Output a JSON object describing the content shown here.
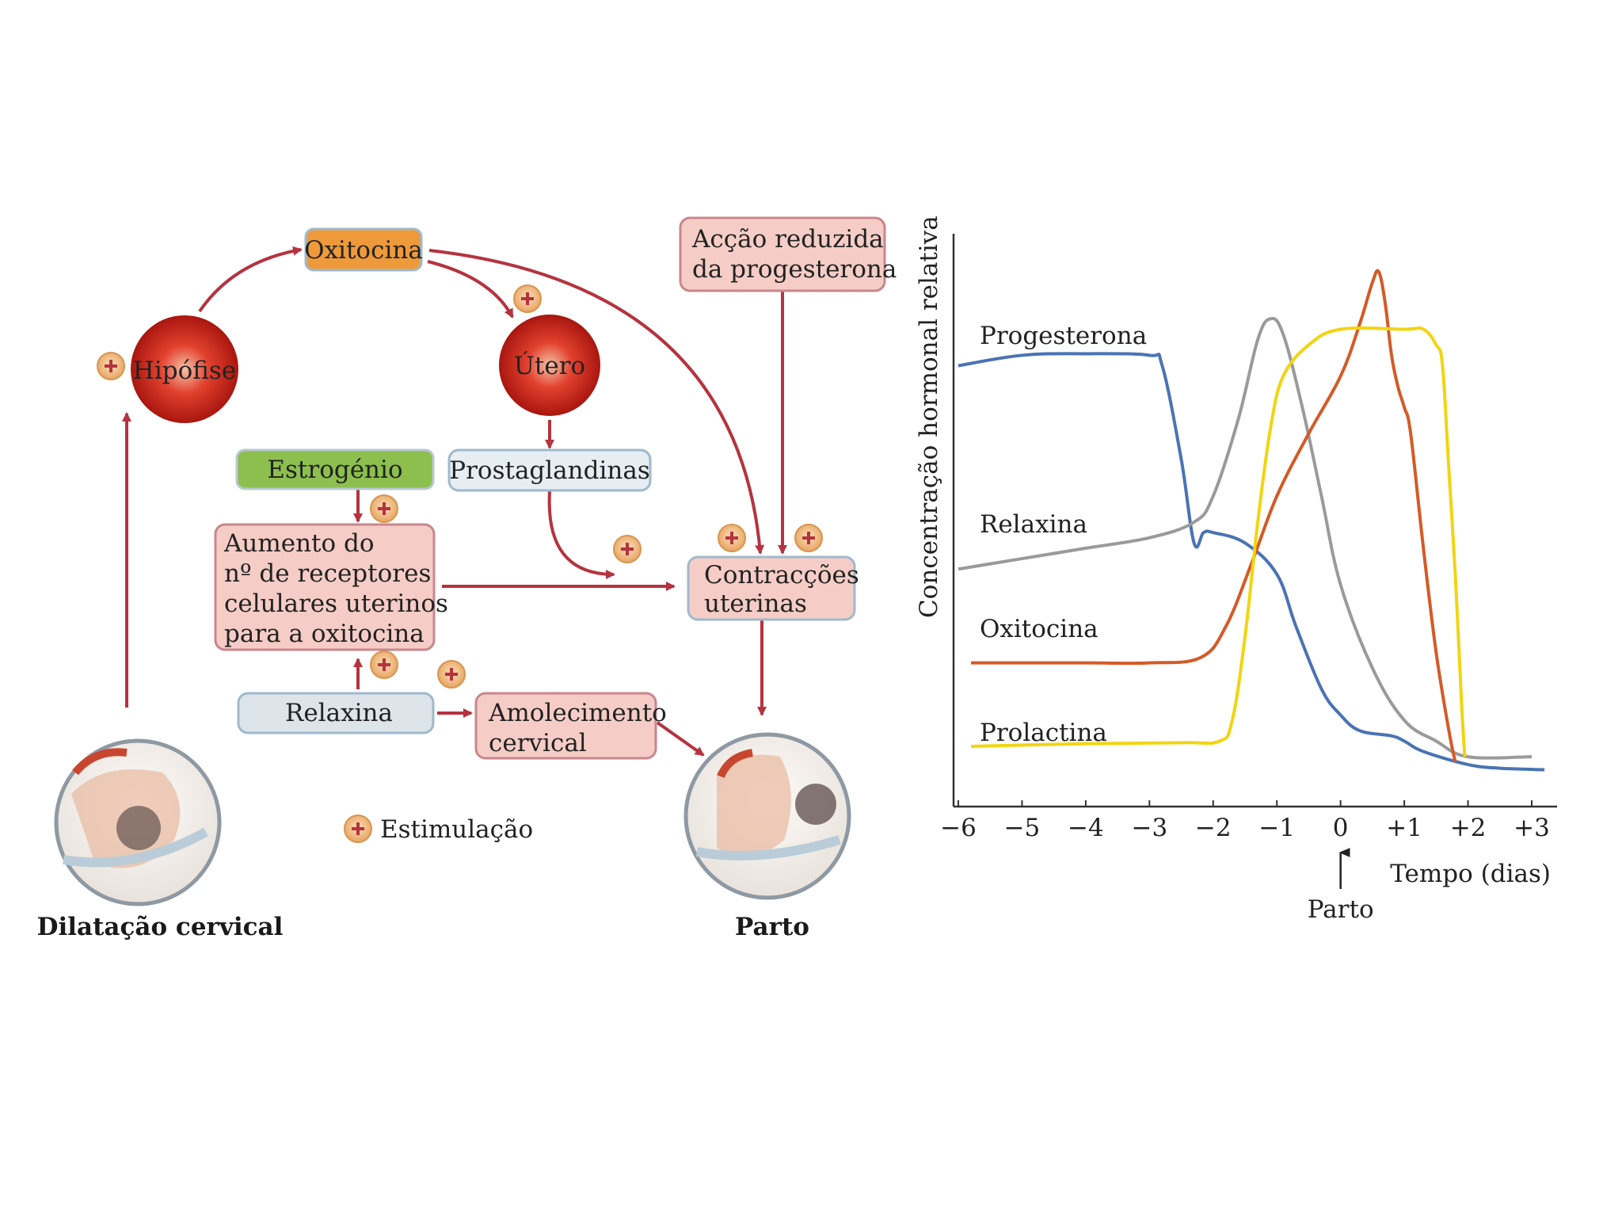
{
  "diagram": {
    "nodes": {
      "oxitocina": "Oxitocina",
      "hipofise": "Hipófise",
      "utero": "Útero",
      "accao_line1": "Acção reduzida",
      "accao_line2": "da progesterona",
      "estrogenio": "Estrogénio",
      "prostaglandinas": "Prostaglandinas",
      "aumento_line1": "Aumento do",
      "aumento_line2": "nº de receptores",
      "aumento_line3": "celulares uterinos",
      "aumento_line4": "para a oxitocina",
      "contraccoes_line1": "Contracções",
      "contraccoes_line2": "uterinas",
      "relaxina": "Relaxina",
      "amolecimento_line1": "Amolecimento",
      "amolecimento_line2": "cervical"
    },
    "legend": {
      "symbol": "+",
      "label": "Estimulação"
    },
    "captions": {
      "left": "Dilatação cervical",
      "right": "Parto"
    },
    "colors": {
      "arrow": "#b5333f",
      "pink_box": "#f5cdc6",
      "pink_border": "#c9868e",
      "blue_box": "#e6eef4",
      "blue_border": "#9fb9cc",
      "green_box": "#8cbf4e",
      "orange_box": "#ee9a3a",
      "gland_red": "#d62b1f",
      "plus_fill": "#f3c38c"
    }
  },
  "chart_data": {
    "type": "line",
    "ylabel": "Concentração hormonal relativa",
    "xlabel": "Tempo (dias)",
    "xlim": [
      -6,
      3.2
    ],
    "ylim": [
      0,
      1
    ],
    "x_ticks": [
      "−6",
      "−5",
      "−4",
      "−3",
      "−2",
      "−1",
      "0",
      "+1",
      "+2",
      "+3"
    ],
    "annotation": {
      "text": "Parto",
      "x": 0
    },
    "series": [
      {
        "name": "Progesterona",
        "color": "#4a73b5",
        "points": [
          [
            -6,
            0.8
          ],
          [
            -5,
            0.82
          ],
          [
            -4,
            0.823
          ],
          [
            -3,
            0.82
          ],
          [
            -2.8,
            0.8
          ],
          [
            -2.5,
            0.62
          ],
          [
            -2.3,
            0.46
          ],
          [
            -2.15,
            0.48
          ],
          [
            -2,
            0.48
          ],
          [
            -1.5,
            0.46
          ],
          [
            -1,
            0.4
          ],
          [
            -0.7,
            0.3
          ],
          [
            -0.3,
            0.18
          ],
          [
            0,
            0.13
          ],
          [
            0.3,
            0.1
          ],
          [
            0.8,
            0.09
          ],
          [
            1,
            0.08
          ],
          [
            1.3,
            0.06
          ],
          [
            2,
            0.035
          ],
          [
            2.5,
            0.028
          ],
          [
            3.2,
            0.025
          ]
        ]
      },
      {
        "name": "Relaxina",
        "color": "#9a9a9a",
        "points": [
          [
            -6,
            0.41
          ],
          [
            -5,
            0.43
          ],
          [
            -4,
            0.45
          ],
          [
            -3,
            0.47
          ],
          [
            -2.3,
            0.5
          ],
          [
            -2,
            0.55
          ],
          [
            -1.6,
            0.7
          ],
          [
            -1.3,
            0.85
          ],
          [
            -1.1,
            0.89
          ],
          [
            -0.9,
            0.86
          ],
          [
            -0.6,
            0.72
          ],
          [
            -0.3,
            0.55
          ],
          [
            0,
            0.38
          ],
          [
            0.5,
            0.22
          ],
          [
            1,
            0.12
          ],
          [
            1.5,
            0.08
          ],
          [
            2,
            0.05
          ],
          [
            3,
            0.05
          ]
        ]
      },
      {
        "name": "Oxitocina",
        "color": "#d45a27",
        "points": [
          [
            -5.8,
            0.23
          ],
          [
            -4,
            0.23
          ],
          [
            -3,
            0.23
          ],
          [
            -2.2,
            0.24
          ],
          [
            -1.8,
            0.3
          ],
          [
            -1.4,
            0.42
          ],
          [
            -1,
            0.55
          ],
          [
            -0.5,
            0.67
          ],
          [
            0,
            0.78
          ],
          [
            0.3,
            0.88
          ],
          [
            0.5,
            0.96
          ],
          [
            0.6,
            0.98
          ],
          [
            0.7,
            0.92
          ],
          [
            0.8,
            0.82
          ],
          [
            0.9,
            0.76
          ],
          [
            1,
            0.72
          ],
          [
            1.1,
            0.67
          ],
          [
            1.3,
            0.45
          ],
          [
            1.5,
            0.25
          ],
          [
            1.7,
            0.1
          ],
          [
            1.8,
            0.04
          ]
        ]
      },
      {
        "name": "Prolactina",
        "color": "#f2d411",
        "points": [
          [
            -5.8,
            0.07
          ],
          [
            -4,
            0.075
          ],
          [
            -2.5,
            0.077
          ],
          [
            -1.9,
            0.08
          ],
          [
            -1.7,
            0.12
          ],
          [
            -1.5,
            0.28
          ],
          [
            -1.3,
            0.5
          ],
          [
            -1.1,
            0.68
          ],
          [
            -0.9,
            0.78
          ],
          [
            -0.5,
            0.84
          ],
          [
            0,
            0.87
          ],
          [
            1,
            0.87
          ],
          [
            1.3,
            0.87
          ],
          [
            1.5,
            0.84
          ],
          [
            1.6,
            0.8
          ],
          [
            1.7,
            0.6
          ],
          [
            1.8,
            0.4
          ],
          [
            1.9,
            0.15
          ],
          [
            1.95,
            0.05
          ]
        ]
      }
    ]
  }
}
